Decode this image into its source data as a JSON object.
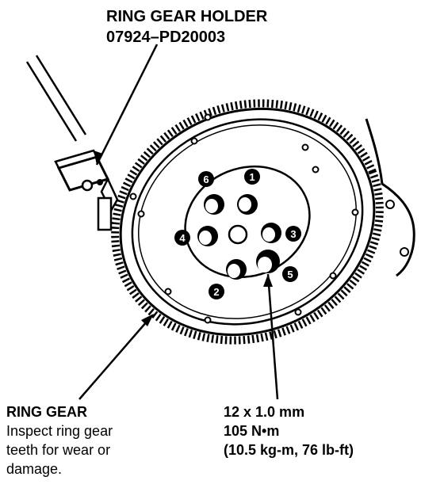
{
  "tool": {
    "name": "RING GEAR HOLDER",
    "part_number": "07924–PD20003"
  },
  "ring_gear": {
    "title": "RING GEAR",
    "note_lines": [
      "Inspect ring gear",
      "teeth for wear or",
      "damage."
    ]
  },
  "bolt_spec": {
    "size": "12 x 1.0 mm",
    "torque": "105 N•m",
    "torque_alt": "(10.5 kg-m, 76 lb-ft)"
  },
  "bolt_sequence": [
    "1",
    "2",
    "3",
    "4",
    "5",
    "6"
  ]
}
